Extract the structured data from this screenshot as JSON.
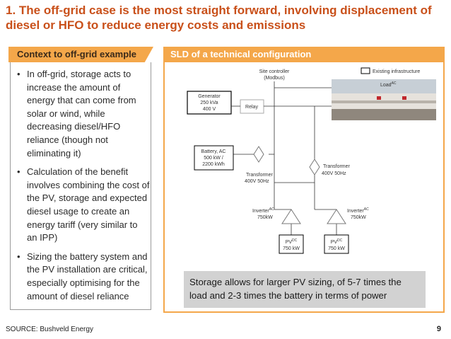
{
  "title": "1. The off-grid case is the most straight forward, involving displacement of diesel or HFO to reduce energy costs and emissions",
  "left_panel": {
    "header": "Context to off-grid example",
    "bullets": [
      "In off-grid, storage acts to increase the amount of energy that can come from solar or wind, while decreasing diesel/HFO reliance (though not eliminating it)",
      "Calculation of the benefit involves combining the cost of the PV, storage and expected diesel usage to create an energy tariff (very similar to an IPP)",
      "Sizing the battery system and the PV installation are critical, especially optimising for the amount of diesel reliance"
    ]
  },
  "right_panel": {
    "header": "SLD of a technical configuration",
    "legend": "Existing infrastructure",
    "site_controller": [
      "Site controller",
      "(Modbus)"
    ],
    "load": {
      "text": "Load",
      "sup": "AC"
    },
    "generator": [
      "Generator",
      "250 kVa",
      "400 V"
    ],
    "relay": "Relay",
    "battery": [
      "Battery, AC",
      "500 kW /",
      "2200 kWh"
    ],
    "transformer_left": [
      "Transformer",
      "400V 50Hz"
    ],
    "transformer_right": [
      "Transformer",
      "400V 50Hz"
    ],
    "inverter_left": {
      "text": "Inverter",
      "sup": "AC",
      "rating": "750kW"
    },
    "inverter_right": {
      "text": "Inverter",
      "sup": "AC",
      "rating": "750kW"
    },
    "pv_left": {
      "text": "PV",
      "sup": "DC",
      "rating": "750 kW"
    },
    "pv_right": {
      "text": "PV",
      "sup": "DC",
      "rating": "750 kW"
    },
    "note": "Storage allows for larger PV sizing, of 5-7 times the load and 2-3 times the battery in terms of power"
  },
  "footer": {
    "source": "SOURCE: Bushveld Energy",
    "page": "9"
  },
  "colors": {
    "title": "#c9501a",
    "accent_orange": "#f4a74a",
    "note_bg": "#d2d2d2"
  }
}
